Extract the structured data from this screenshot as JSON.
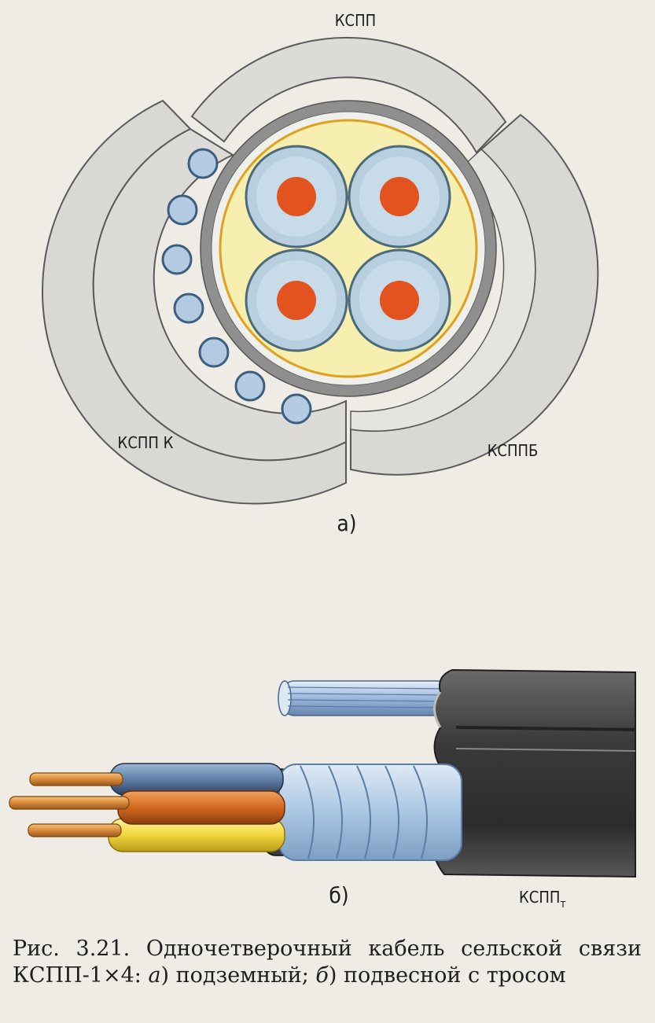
{
  "figure_a": {
    "label_top": "КСПП",
    "label_left": "КСПП К",
    "label_right": "КСППБ",
    "panel_label": "а)"
  },
  "figure_b": {
    "panel_label": "б)",
    "label_main": "КСПП",
    "label_sub": "т"
  },
  "caption": {
    "lead": "Рис. 3.21. Одночетверочный кабель сельской связи КСПП-1×4: ",
    "a_mark": "а",
    "a_text": ") подземный; ",
    "b_mark": "б",
    "b_text": ") подвесной с тросом"
  },
  "colors": {
    "paper": "#efece6",
    "sheath_gray": "#d9d8d5",
    "outline": "#5a5a5a",
    "filler_yellow": "#f7efb0",
    "insulation_blue": "#b8cfe0",
    "conductor_red": "#e2531f",
    "armor_blue": "#aecbe6"
  }
}
